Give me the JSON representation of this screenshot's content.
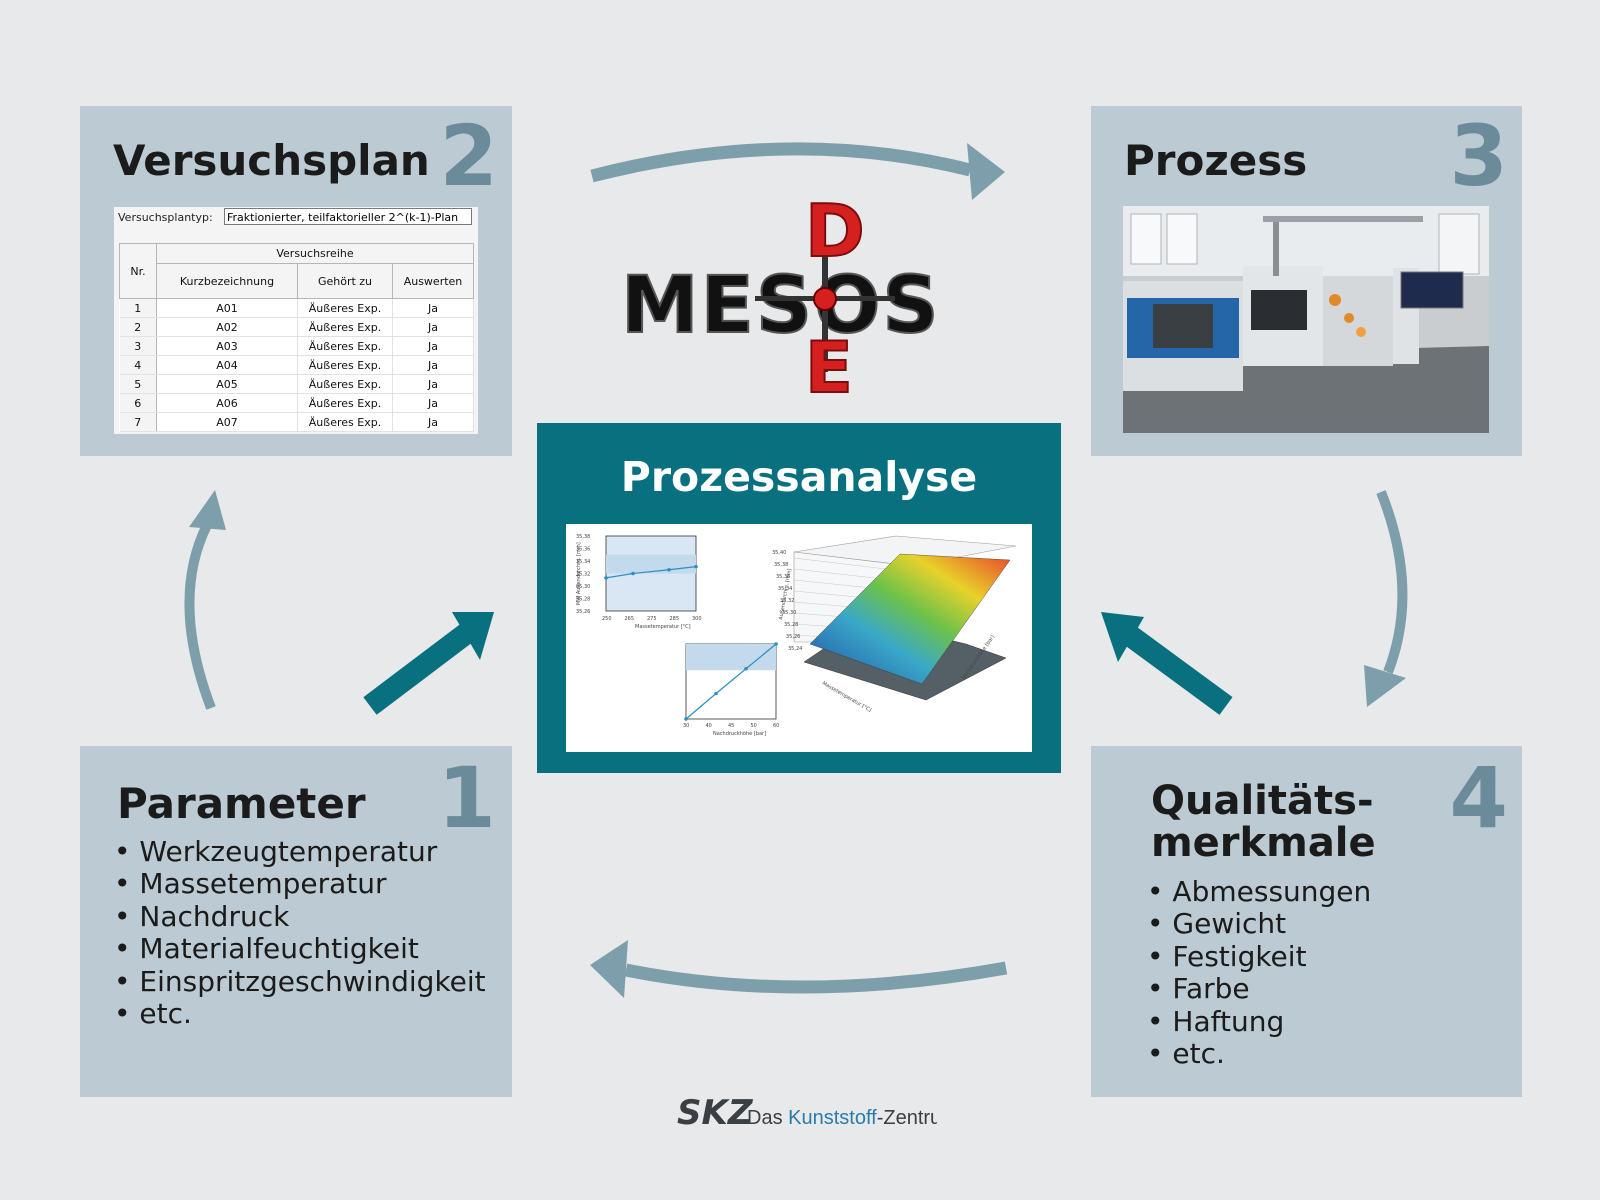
{
  "colors": {
    "background": "#e8e9eb",
    "box": "#bccbd3",
    "number": "#6b8b9a",
    "center": "#08707e",
    "logo_red": "#d62020",
    "arrow": "#7d9eab",
    "arrow_dark": "#08707e"
  },
  "versuchsplan": {
    "title": "Versuchsplan",
    "number": "2",
    "type_label": "Versuchsplantyp:",
    "type_value": "Fraktionierter, teilfaktorieller 2^(k-1)-Plan",
    "group_header": "Versuchsreihe",
    "columns": [
      "Nr.",
      "Kurzbezeichnung",
      "Gehört zu",
      "Auswerten"
    ],
    "rows": [
      [
        "1",
        "A01",
        "Äußeres Exp.",
        "Ja"
      ],
      [
        "2",
        "A02",
        "Äußeres Exp.",
        "Ja"
      ],
      [
        "3",
        "A03",
        "Äußeres Exp.",
        "Ja"
      ],
      [
        "4",
        "A04",
        "Äußeres Exp.",
        "Ja"
      ],
      [
        "5",
        "A05",
        "Äußeres Exp.",
        "Ja"
      ],
      [
        "6",
        "A06",
        "Äußeres Exp.",
        "Ja"
      ],
      [
        "7",
        "A07",
        "Äußeres Exp.",
        "Ja"
      ]
    ]
  },
  "prozess": {
    "title": "Prozess",
    "number": "3",
    "photo_icon": "injection-molding-machine-photo"
  },
  "parameter": {
    "title": "Parameter",
    "number": "1",
    "items": [
      "Werkzeugtemperatur",
      "Massetemperatur",
      "Nachdruck",
      "Materialfeuchtigkeit",
      "Einspritzgeschwindigkeit",
      "etc."
    ]
  },
  "qualitaet": {
    "title_line1": "Qualitäts-",
    "title_line2": "merkmale",
    "number": "4",
    "items": [
      "Abmessungen",
      "Gewicht",
      "Festigkeit",
      "Farbe",
      "Haftung",
      "etc."
    ]
  },
  "center": {
    "title": "Prozessanalyse"
  },
  "logo": {
    "text_horizontal": "MESOS",
    "letter_top": "D",
    "letter_bottom": "E"
  },
  "footer": {
    "brand": "SKZ",
    "tagline_prefix": "Das ",
    "tagline_highlight": "Kunststoff",
    "tagline_suffix": "-Zentrum"
  },
  "chart_data": [
    {
      "type": "line",
      "xlabel": "Massetemperatur [°C]",
      "ylabel": "MW Außendurchm. [mm]",
      "x_ticks": [
        "250",
        "265",
        "275",
        "285",
        "300"
      ],
      "y_ticks": [
        "35,38",
        "35,36",
        "35,34",
        "35,32",
        "35,30",
        "35,28",
        "35,26"
      ],
      "xlim": [
        250,
        300
      ],
      "ylim": [
        35.26,
        35.38
      ],
      "x": [
        250,
        265,
        285,
        300
      ],
      "y": [
        35.313,
        35.32,
        35.326,
        35.331
      ]
    },
    {
      "type": "line",
      "xlabel": "Nachdruckhöhe [bar]",
      "x_ticks": [
        "30",
        "40",
        "45",
        "50",
        "60"
      ],
      "xlim": [
        30,
        60
      ],
      "x": [
        30,
        40,
        50,
        60
      ],
      "y_rel": [
        0.0,
        0.34,
        0.67,
        1.0
      ]
    },
    {
      "type": "surface",
      "zlabel": "Außendurchm. [mm]",
      "z_ticks": [
        "35,40",
        "35,38",
        "35,36",
        "35,34",
        "35,32",
        "35,30",
        "35,28",
        "35,26",
        "35,24"
      ],
      "xlabel": "Massetemperatur [°C]",
      "ylabel": "Nachdruckhöhe [bar]"
    }
  ]
}
